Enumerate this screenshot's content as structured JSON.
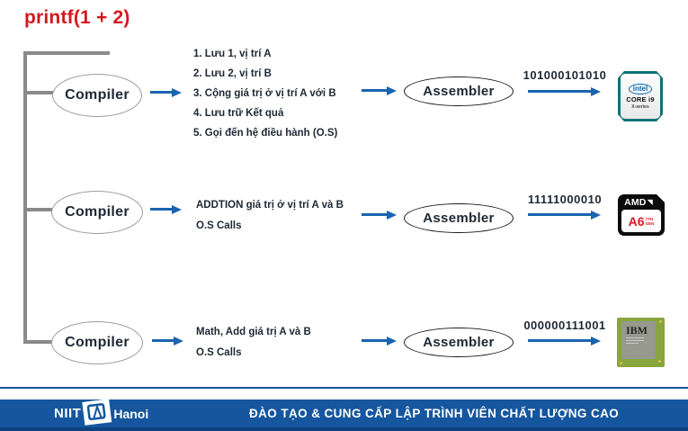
{
  "title": "printf(1 + 2)",
  "rows": [
    {
      "compiler_label": "Compiler",
      "assembler_label": "Assembler",
      "binary_code": "101000101010",
      "steps": [
        "1. Lưu 1, vị trí A",
        "2. Lưu 2, vị trí B",
        "3. Cộng giá trị ở vị trí A với B",
        "4. Lưu trữ Kết quả",
        "5. Gọi đến hệ điều hành (O.S)"
      ],
      "chip": "Intel Core i9 X-series"
    },
    {
      "compiler_label": "Compiler",
      "assembler_label": "Assembler",
      "binary_code": "11111000010",
      "steps": [
        "ADDTION giá trị ở vị trí A và B",
        "O.S Calls"
      ],
      "chip": "AMD A6 7th Gen"
    },
    {
      "compiler_label": "Compiler",
      "assembler_label": "Assembler",
      "binary_code": "000000111001",
      "steps": [
        "Math, Add giá trị A và B",
        "O.S Calls"
      ],
      "chip": "IBM"
    }
  ],
  "chips": {
    "intel": {
      "brand": "intel",
      "model": "CORE i9",
      "series": "X-series"
    },
    "amd": {
      "brand": "AMD",
      "mark": "◥",
      "model": "A6",
      "gen_line1": "7TH",
      "gen_line2": "GEN"
    },
    "ibm": {
      "brand": "IBM"
    }
  },
  "footer": {
    "brand": "NIIT",
    "brand_suffix": "Hanoi",
    "tagline": "ĐÀO TẠO & CUNG CẤP LẬP TRÌNH VIÊN CHẤT LƯỢNG CAO"
  },
  "colors": {
    "title_red": "#d6181d",
    "arrow_blue": "#1a63b0",
    "bracket_gray": "#8a8a8a",
    "text_dark": "#1e2834",
    "footer_blue": "#15569e",
    "amd_red": "#e0181f",
    "intel_teal": "#0f7078",
    "ibm_pcb_green": "#8aa53f"
  }
}
